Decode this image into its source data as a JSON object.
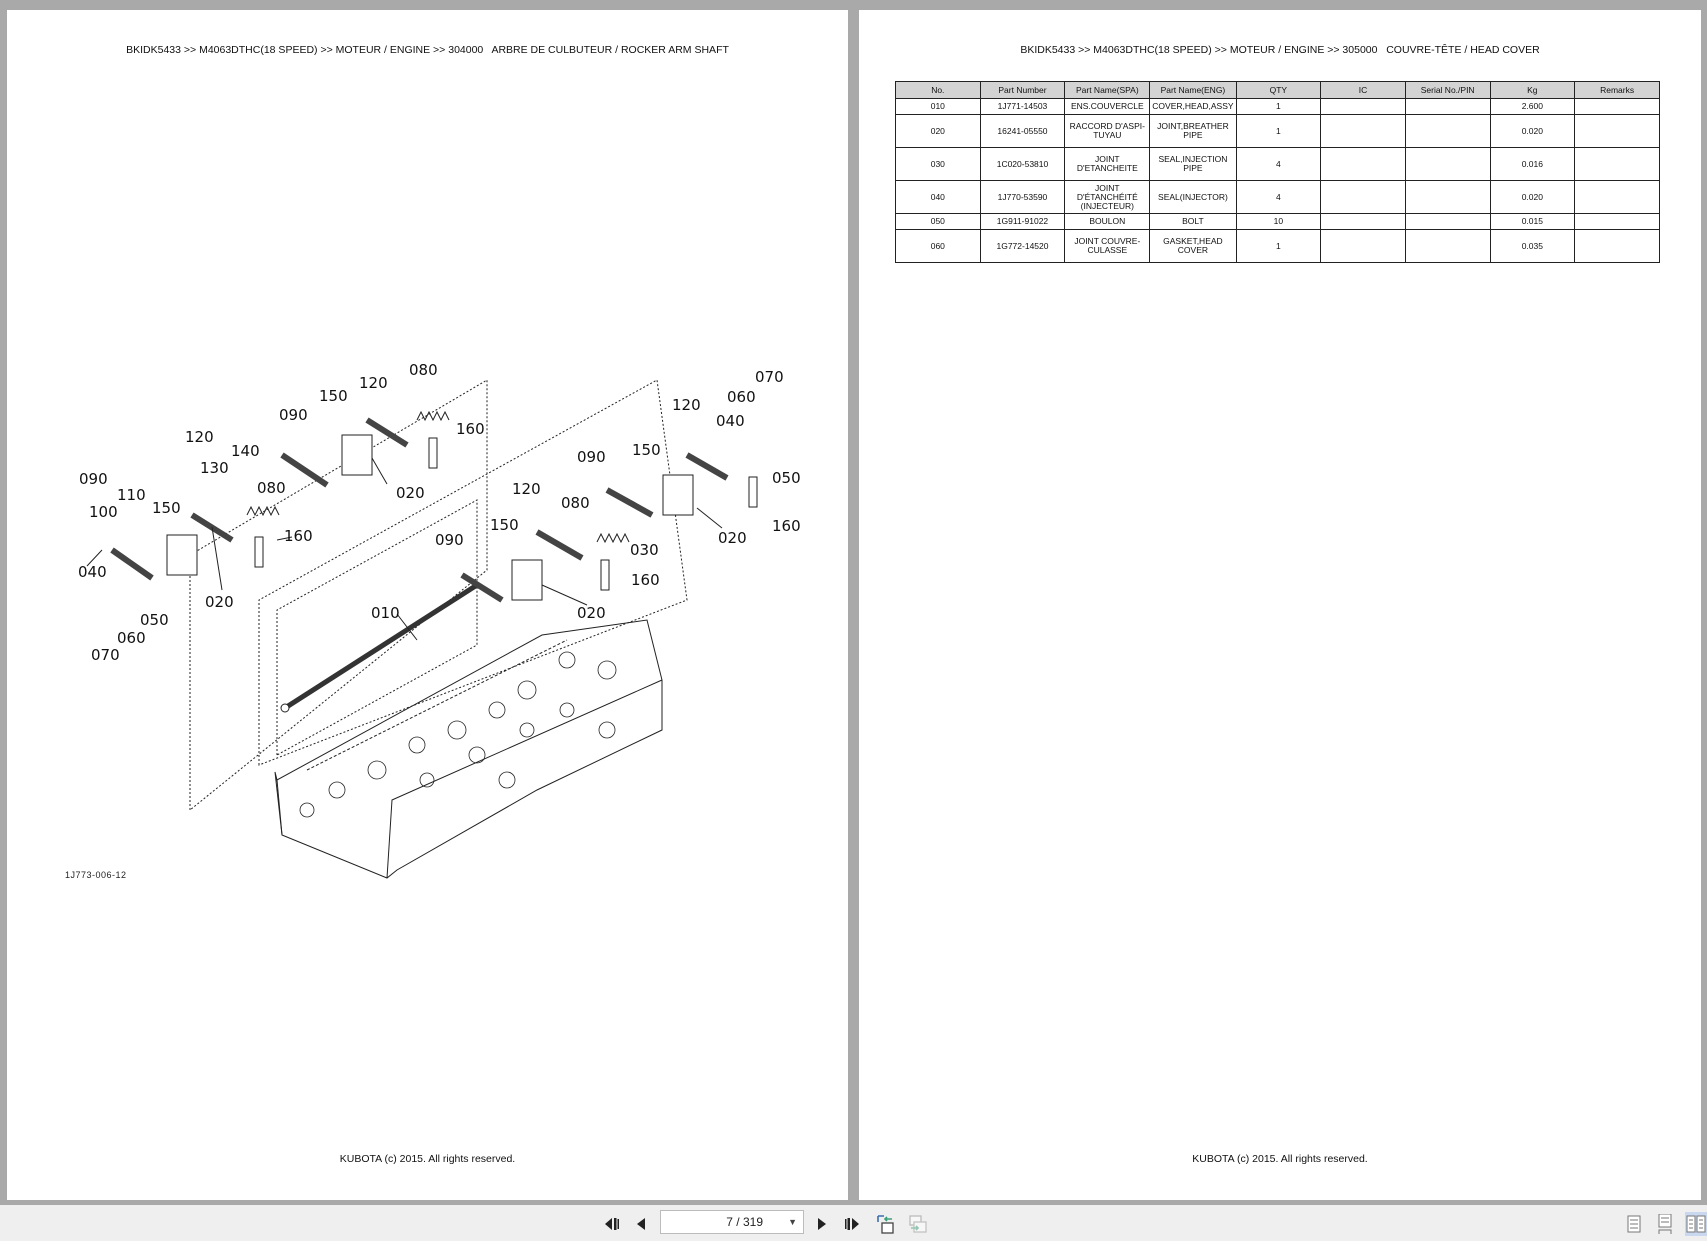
{
  "viewer": {
    "current_page": "7 / 319",
    "nav": {
      "first_page": "first-page",
      "prev_page": "previous-page",
      "next_page": "next-page",
      "last_page": "last-page",
      "back_view": "previous-view",
      "forward_view": "next-view"
    },
    "view_modes": [
      "single-page",
      "continuous",
      "two-page"
    ],
    "active_view_mode": "two-page"
  },
  "left_page": {
    "breadcrumb": "BKIDK5433 >> M4063DTHC(18 SPEED) >> MOTEUR / ENGINE >> 304000   ARBRE DE CULBUTEUR / ROCKER ARM SHAFT",
    "figure_id": "1J773-006-12",
    "footer": "KUBOTA (c) 2015. All rights reserved.",
    "callouts": [
      "010",
      "020",
      "020",
      "020",
      "020",
      "030",
      "040",
      "040",
      "050",
      "050",
      "060",
      "060",
      "070",
      "070",
      "080",
      "080",
      "080",
      "090",
      "090",
      "090",
      "090",
      "100",
      "110",
      "120",
      "120",
      "120",
      "120",
      "130",
      "140",
      "150",
      "150",
      "150",
      "150",
      "160",
      "160",
      "160",
      "160"
    ]
  },
  "right_page": {
    "breadcrumb": "BKIDK5433 >> M4063DTHC(18 SPEED) >> MOTEUR / ENGINE >> 305000   COUVRE-TÊTE / HEAD COVER",
    "footer": "KUBOTA (c) 2015. All rights reserved.",
    "table": {
      "headers": [
        "No.",
        "Part Number",
        "Part Name(SPA)",
        "Part Name(ENG)",
        "QTY",
        "IC",
        "Serial No./PIN",
        "Kg",
        "Remarks"
      ],
      "rows": [
        {
          "no": "010",
          "part_number": "1J771-14503",
          "name_spa": "ENS.COUVERCLE",
          "name_eng": "COVER,HEAD,ASSY",
          "qty": "1",
          "ic": "",
          "serial": "",
          "kg": "2.600",
          "remarks": ""
        },
        {
          "no": "020",
          "part_number": "16241-05550",
          "name_spa": "RACCORD D'ASPI-TUYAU",
          "name_eng": "JOINT,BREATHER PIPE",
          "qty": "1",
          "ic": "",
          "serial": "",
          "kg": "0.020",
          "remarks": ""
        },
        {
          "no": "030",
          "part_number": "1C020-53810",
          "name_spa": "JOINT D'ETANCHEITE",
          "name_eng": "SEAL,INJECTION PIPE",
          "qty": "4",
          "ic": "",
          "serial": "",
          "kg": "0.016",
          "remarks": ""
        },
        {
          "no": "040",
          "part_number": "1J770-53590",
          "name_spa": "JOINT D'ÉTANCHÉITÉ (INJECTEUR)",
          "name_eng": "SEAL(INJECTOR)",
          "qty": "4",
          "ic": "",
          "serial": "",
          "kg": "0.020",
          "remarks": ""
        },
        {
          "no": "050",
          "part_number": "1G911-91022",
          "name_spa": "BOULON",
          "name_eng": "BOLT",
          "qty": "10",
          "ic": "",
          "serial": "",
          "kg": "0.015",
          "remarks": ""
        },
        {
          "no": "060",
          "part_number": "1G772-14520",
          "name_spa": "JOINT COUVRE-CULASSE",
          "name_eng": "GASKET,HEAD COVER",
          "qty": "1",
          "ic": "",
          "serial": "",
          "kg": "0.035",
          "remarks": ""
        }
      ]
    }
  },
  "colors": {
    "background": "#a9a9a9",
    "page": "#ffffff",
    "table_header": "#d3d3d3",
    "toolbar": "#efefef",
    "active_view": "#c9d8ef"
  }
}
